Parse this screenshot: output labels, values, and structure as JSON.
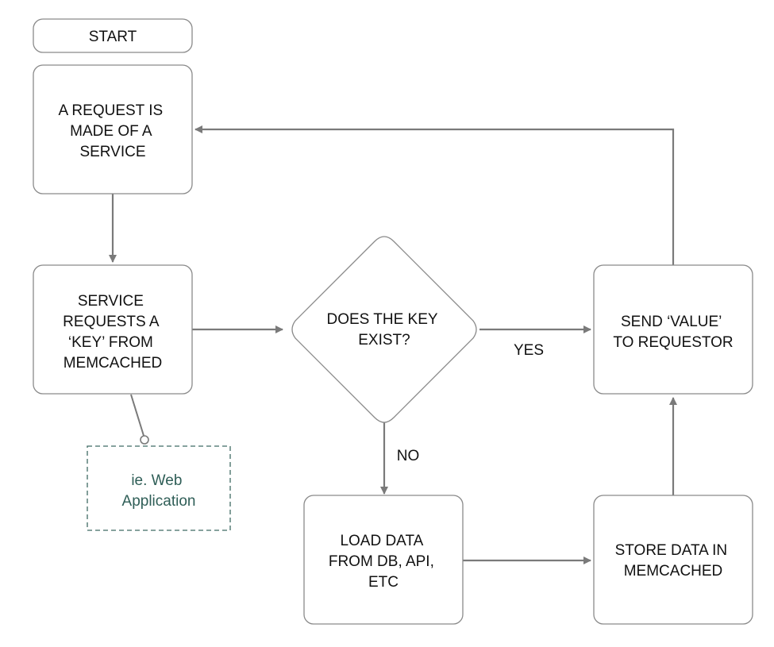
{
  "diagram": {
    "nodes": [
      {
        "id": "start",
        "shape": "terminal",
        "lines": [
          "START"
        ]
      },
      {
        "id": "request",
        "shape": "process",
        "lines": [
          "A REQUEST IS",
          "MADE OF A",
          "SERVICE"
        ]
      },
      {
        "id": "service",
        "shape": "process",
        "lines": [
          "SERVICE",
          "REQUESTS A",
          "‘KEY’ FROM",
          "MEMCACHED"
        ]
      },
      {
        "id": "decision",
        "shape": "decision",
        "lines": [
          "DOES THE KEY",
          "EXIST?"
        ]
      },
      {
        "id": "send",
        "shape": "process",
        "lines": [
          "SEND ‘VALUE’",
          "TO REQUESTOR"
        ]
      },
      {
        "id": "load",
        "shape": "process",
        "lines": [
          "LOAD DATA",
          "FROM DB, API,",
          "ETC"
        ]
      },
      {
        "id": "store",
        "shape": "process",
        "lines": [
          "STORE DATA IN",
          "MEMCACHED"
        ]
      }
    ],
    "edges": [
      {
        "from": "request",
        "to": "service",
        "label": ""
      },
      {
        "from": "service",
        "to": "decision",
        "label": ""
      },
      {
        "from": "decision",
        "to": "send",
        "label": "YES"
      },
      {
        "from": "decision",
        "to": "load",
        "label": "NO"
      },
      {
        "from": "load",
        "to": "store",
        "label": ""
      },
      {
        "from": "store",
        "to": "send",
        "label": ""
      },
      {
        "from": "send",
        "to": "request",
        "label": ""
      }
    ],
    "note": {
      "attached_to": "service",
      "lines": [
        "ie. Web",
        "Application"
      ]
    },
    "colors": {
      "node_border": "#8a8a8a",
      "arrow": "#7a7a7a",
      "note_border": "#3f6b64",
      "note_text": "#2f5e57"
    }
  }
}
